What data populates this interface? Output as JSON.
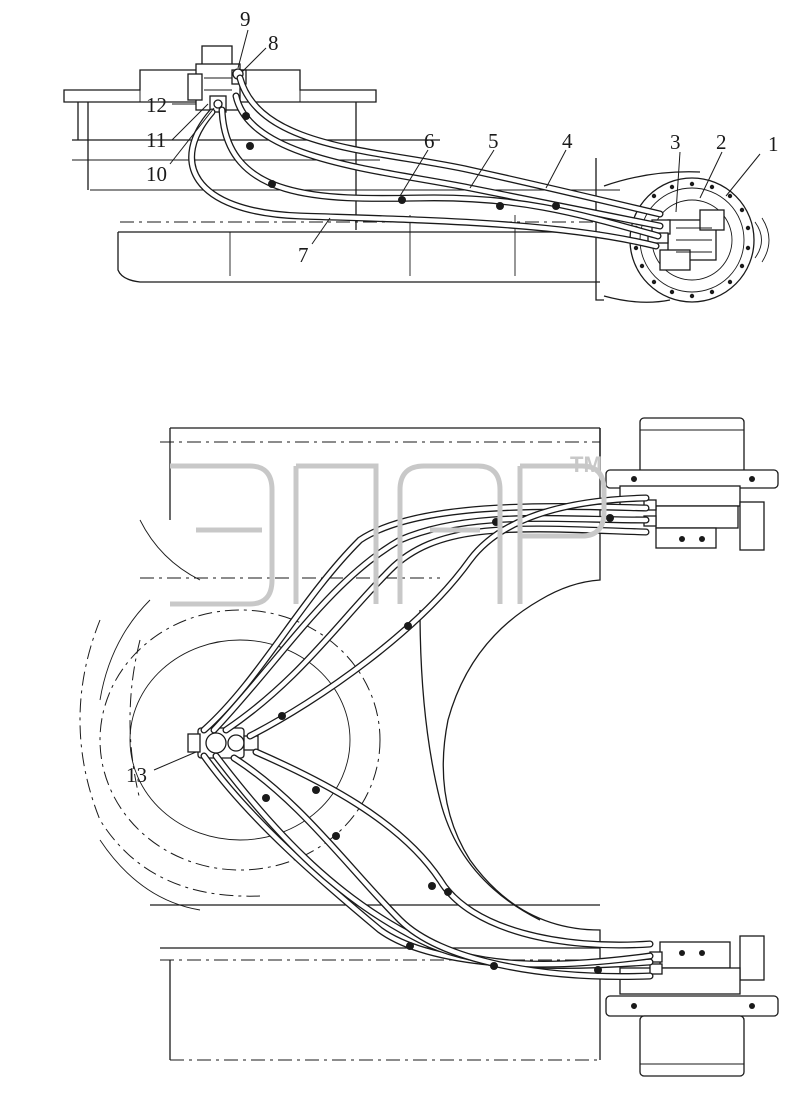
{
  "diagram": {
    "callouts": [
      "1",
      "2",
      "3",
      "4",
      "5",
      "6",
      "7",
      "8",
      "9",
      "10",
      "11",
      "12",
      "13"
    ]
  },
  "watermark": {
    "text": "ЭПЛр",
    "trademark": "TM"
  }
}
